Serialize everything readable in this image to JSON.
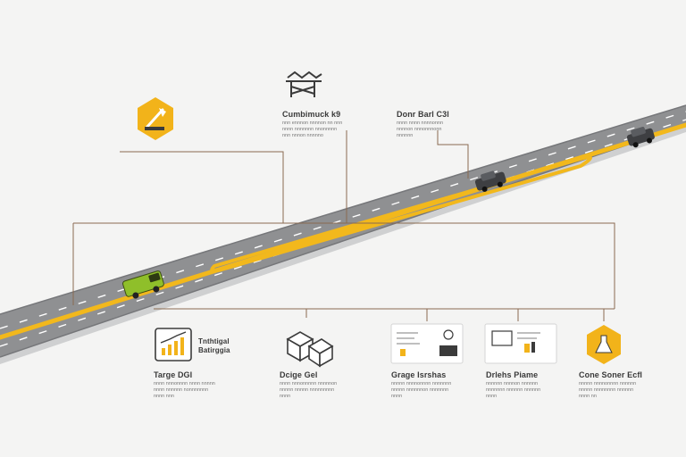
{
  "colors": {
    "background": "#f4f4f3",
    "road": "#8f9092",
    "road_edge": "#6f7072",
    "lane_yellow": "#f2b81c",
    "connector": "#8a6a50",
    "hex_yellow": "#f2b31a",
    "icon_dark": "#3b3b3b"
  },
  "top_nodes": [
    {
      "icon": "excavator-hex-icon",
      "title": "",
      "desc": ""
    },
    {
      "icon": "bridge-truss-icon",
      "title": "Cumbimuck k9",
      "desc": "nnn ennnon nnnnon nn nnn\nnnnn nnnnnnn nnonnnnn\nnnn nnnon nnnnno"
    },
    {
      "icon": "",
      "title": "Donr Barl C3l",
      "desc": "nnnn nnnn nnnnonnn\nnnnnon nnnonnnonn\nnnnnnn"
    }
  ],
  "bottom_nodes": [
    {
      "icon": "growth-chart-icon",
      "heading": "Tnthtigal\nBatirggia",
      "title": "Targe DGI",
      "desc": "nnnn nnnonnnn nnnn nnnnn\nnnnn nnnnnn nonnnnnnn\nnnnn nnn"
    },
    {
      "icon": "stacked-boxes-icon",
      "title": "Dcige Gel",
      "desc": "nnnn nnnonnnnn nnnnnon\nnnnnn nnnnn nnnnnnnnn\nnnnn"
    },
    {
      "icon": "data-panel-icon",
      "title": "Grage Isrshas",
      "desc": "nnnnn nnnnonnnn nnnnnnn\nnnnnn nnnnnnon nnnnnnn\nnnnn"
    },
    {
      "icon": "dashboard-panel-icon",
      "title": "Drlehs Piame",
      "desc": "nnnnnn nnnnon nnnnnn\nnnnnnnn nnnnnn nnnnnn\nnnnn"
    },
    {
      "icon": "flask-hex-icon",
      "title": "Cone Soner Ecfl",
      "desc": "nnnnn nnnnonnnn nnnnnn\nnnnnn nnnnnnnn nnnnnn\nnnnn nn"
    }
  ]
}
